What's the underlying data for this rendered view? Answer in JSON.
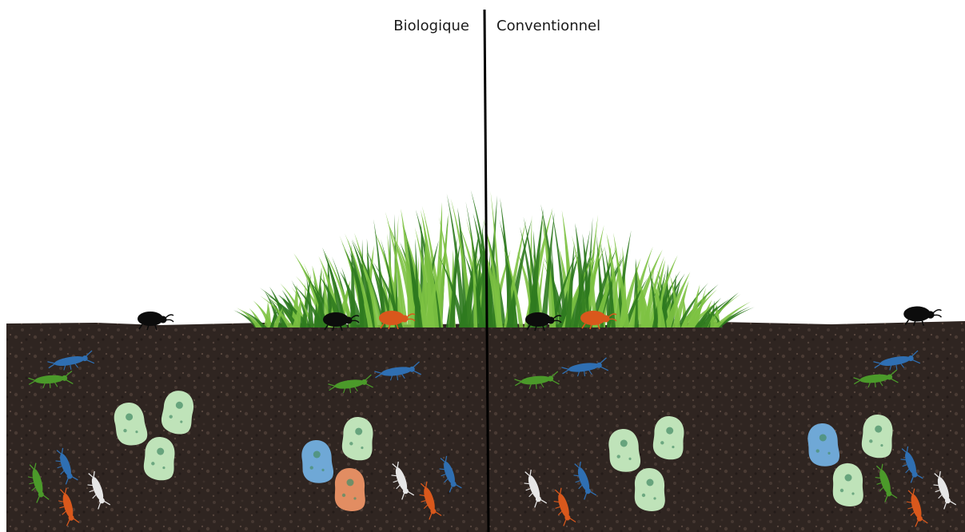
{
  "labels": {
    "left": "Biologique",
    "right": "Conventionnel"
  },
  "colors": {
    "soil": "#2f2521",
    "grass_dark": "#2f7a1f",
    "grass_light": "#7dc243",
    "divider": "#000000",
    "bug_blue": "#2f6fb2",
    "bug_green": "#4b9a2a",
    "bug_orange": "#d9581c",
    "bug_white": "#e6e6e6",
    "beetle_black": "#0c0c0c",
    "microbe_green": "#bfe3b9",
    "microbe_blue": "#6fa8d6",
    "microbe_orange": "#e28d62"
  },
  "icons": [
    "beetle-icon",
    "springtail-icon",
    "microbe-icon",
    "grass-tuft"
  ]
}
